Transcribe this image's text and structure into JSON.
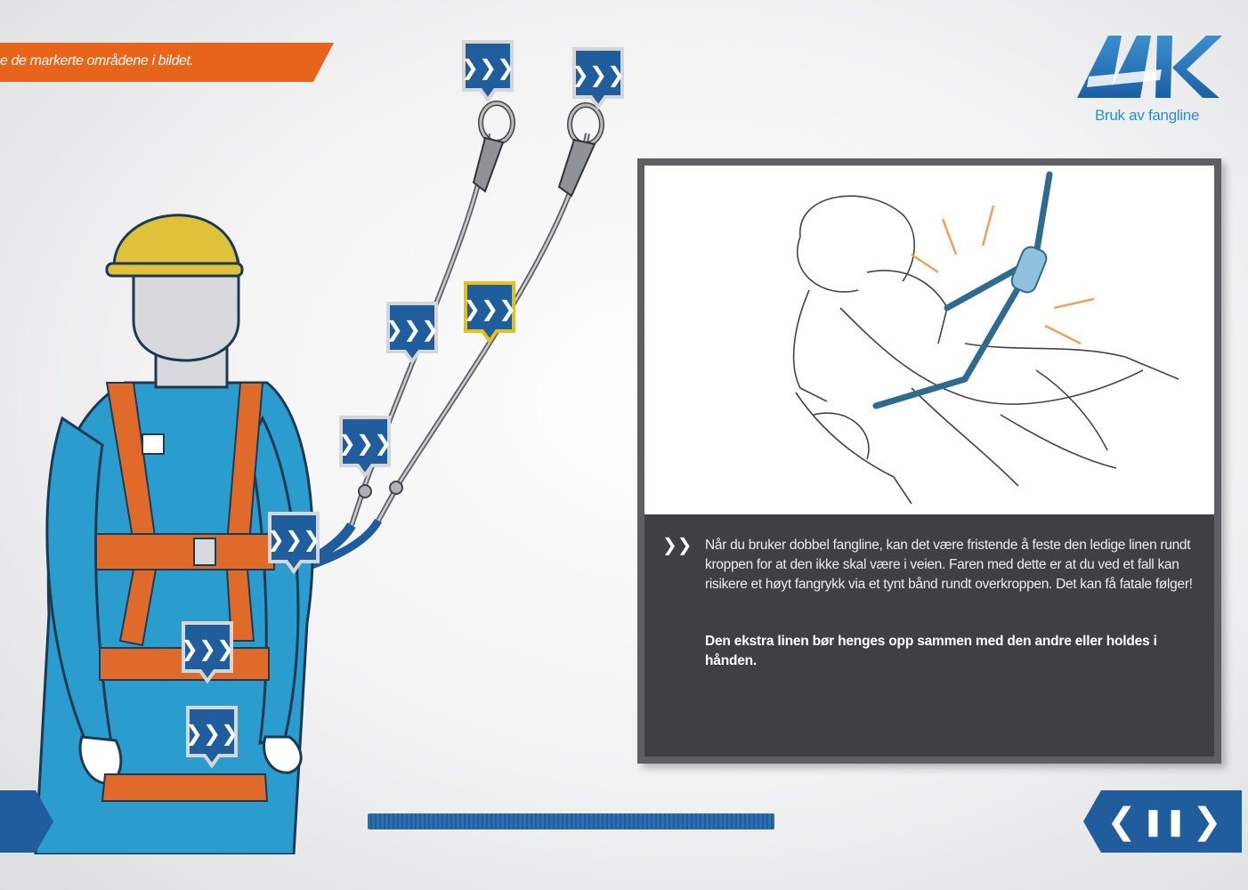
{
  "banner": {
    "text": "e de markerte områdene i bildet."
  },
  "logo": {
    "brand": "AAK",
    "subtitle": "Bruk av fangline"
  },
  "colors": {
    "brand_blue": "#1f5d9c",
    "orange": "#e8641b",
    "suit": "#2a9ccd",
    "harness": "#e06a2a",
    "helmet": "#e0c23a",
    "highlight": "#e2c020"
  },
  "hotspots": [
    {
      "icon": "chevrons-right-icon",
      "target": "hook-left"
    },
    {
      "icon": "chevrons-right-icon",
      "target": "hook-right"
    },
    {
      "icon": "chevrons-right-icon",
      "target": "line-left-upper"
    },
    {
      "icon": "chevrons-right-icon",
      "target": "line-right-upper",
      "active": true
    },
    {
      "icon": "chevrons-right-icon",
      "target": "line-left-lower"
    },
    {
      "icon": "chevrons-right-icon",
      "target": "connector"
    },
    {
      "icon": "chevrons-right-icon",
      "target": "waist-belt"
    },
    {
      "icon": "chevrons-right-icon",
      "target": "leg-straps"
    }
  ],
  "info_panel": {
    "paragraph1": "Når du bruker dobbel fangline, kan det være fristende å feste den ledige linen rundt kroppen for at den ikke skal være i veien. Faren med dette er at du ved et fall kan risikere et høyt fangrykk via et tynt bånd rundt overkroppen. Det kan få fatale følger!",
    "paragraph2": "Den ekstra linen bør henges opp sammen med den andre eller holdes i hånden."
  },
  "progress": {
    "fraction": 1.0
  },
  "nav": {
    "prev": "❮",
    "pause": "❚❚",
    "next": "❯"
  }
}
